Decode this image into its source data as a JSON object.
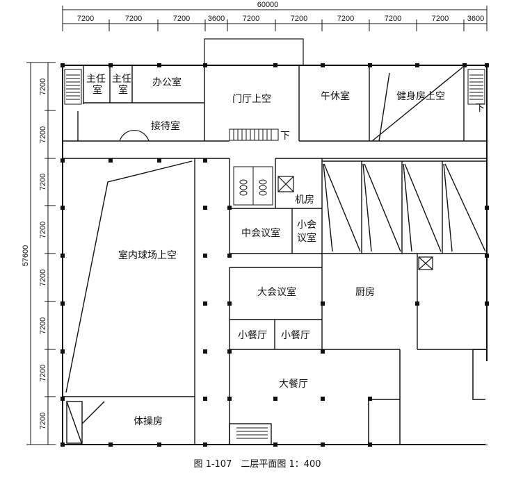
{
  "drawing": {
    "top_dimensions": {
      "total": "60000",
      "segments": [
        "7200",
        "7200",
        "7200",
        "3600",
        "7200",
        "7200",
        "7200",
        "7200",
        "7200",
        "3600"
      ]
    },
    "left_dimensions": {
      "total": "57600",
      "segments": [
        "7200",
        "7200",
        "7200",
        "7200",
        "7200",
        "7200",
        "7200",
        "7200"
      ]
    },
    "rooms": {
      "director_room_1": [
        "主任",
        "室"
      ],
      "director_room_2": [
        "主任",
        "室"
      ],
      "office": "办公室",
      "reception": "接待室",
      "lobby_void": "门厅上空",
      "rest_room": "午休室",
      "gym_void": "健身房上空",
      "machine_room": "机房",
      "medium_meeting": "中会议室",
      "small_meeting": [
        "小会",
        "议室"
      ],
      "court_void": "室内球场上空",
      "large_meeting": "大会议室",
      "kitchen": "厨房",
      "small_dining_1": "小餐厅",
      "small_dining_2": "小餐厅",
      "large_dining": "大餐厅",
      "gym_room": "体操房",
      "stair_down_1": "下",
      "stair_down_2": "下"
    },
    "caption": "图 1-107　二层平面图 1：400"
  }
}
